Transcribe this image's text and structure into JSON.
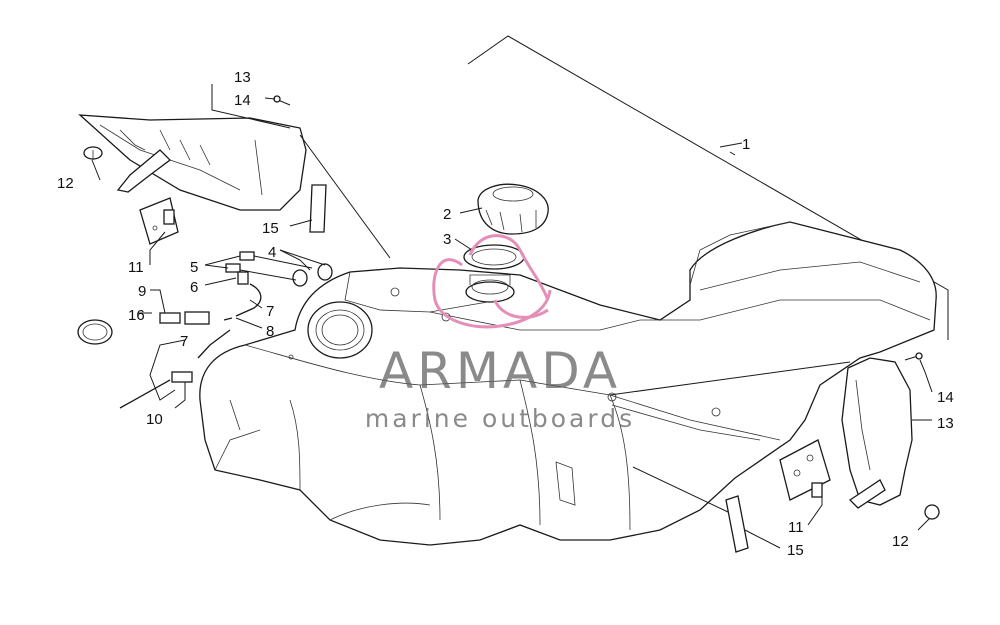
{
  "watermark": {
    "brand": "ARMADA",
    "tagline": "marine outboards",
    "brand_color": "#e48fb8",
    "text_color": "#5d5d5d"
  },
  "callouts": {
    "c1": "1",
    "c2": "2",
    "c3": "3",
    "c4": "4",
    "c5": "5",
    "c6": "6",
    "c7a": "7",
    "c7b": "7",
    "c8": "8",
    "c9": "9",
    "c10": "10",
    "c11a": "11",
    "c11b": "11",
    "c12a": "12",
    "c12b": "12",
    "c13a": "13",
    "c13b": "13",
    "c14a": "14",
    "c14b": "14",
    "c15a": "15",
    "c15b": "15",
    "c16": "16"
  }
}
